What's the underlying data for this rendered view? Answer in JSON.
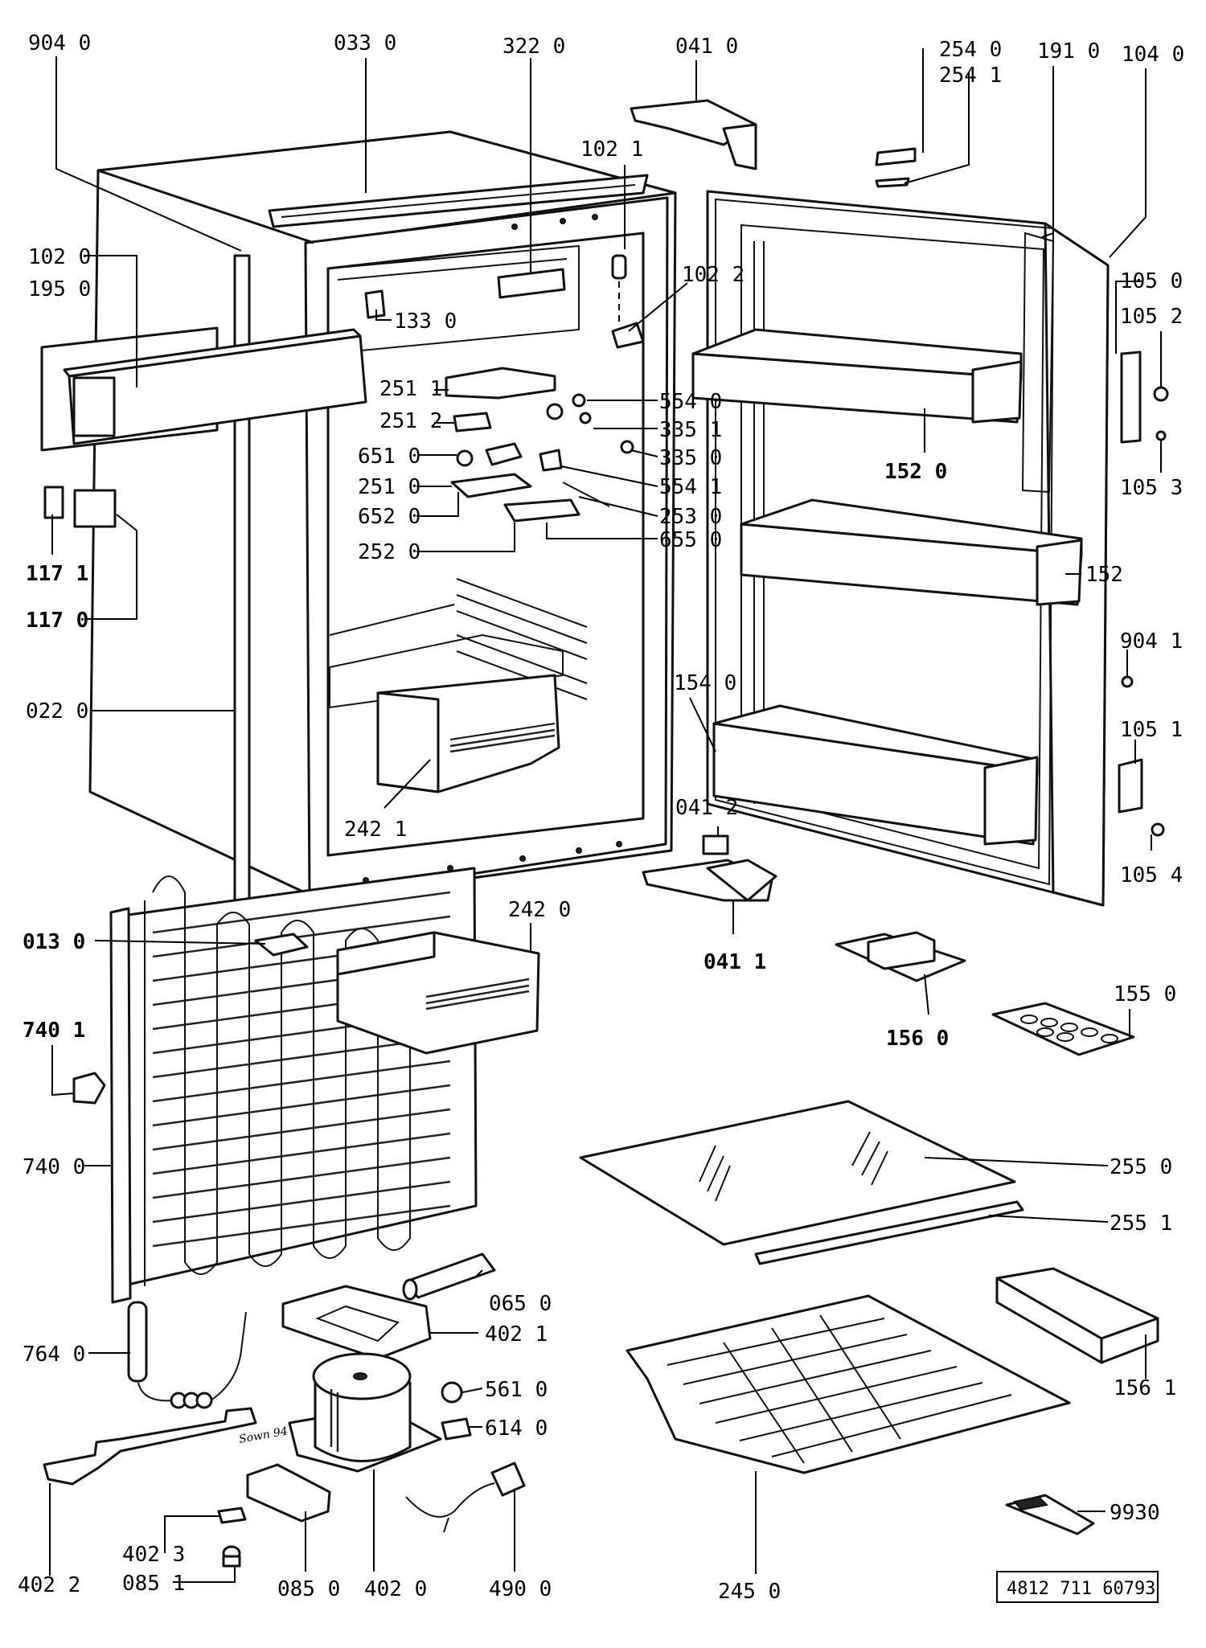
{
  "labels": {
    "l9040": "904 0",
    "l0330": "033 0",
    "l3220": "322 0",
    "l0410": "041 0",
    "l2540": "254 0",
    "l2541": "254 1",
    "l1910": "191 0",
    "l1040": "104 0",
    "l1021": "102 1",
    "l1020": "102 0",
    "l1950": "195 0",
    "l1022": "102 2",
    "l1050": "105 0",
    "l1052": "105 2",
    "l1330": "133 0",
    "l2511": "251 1",
    "l5540": "554 0",
    "l2512": "251 2",
    "l3351": "335 1",
    "l6510": "651 0",
    "l3350": "335 0",
    "l1520": "152 0",
    "l1053": "105 3",
    "l2510": "251 0",
    "l5541": "554 1",
    "l6520": "652 0",
    "l2530": "253 0",
    "l1171": "117 1",
    "l2520": "252 0",
    "l6550": "655 0",
    "l152": "152",
    "l1170": "117 0",
    "l9041": "904 1",
    "l1540": "154 0",
    "l0220": "022 0",
    "l1051": "105 1",
    "l2421": "242 1",
    "l0412": "041 2",
    "l1054": "105 4",
    "l2420": "242 0",
    "l0130": "013 0",
    "l0411": "041 1",
    "l1550": "155 0",
    "l1560": "156 0",
    "l7401": "740 1",
    "l7400": "740 0",
    "l2550": "255 0",
    "l2551": "255 1",
    "l0650": "065 0",
    "l7640": "764 0",
    "l4021": "402 1",
    "l5610": "561 0",
    "l1561": "156 1",
    "l6140": "614 0",
    "l9930": "9930",
    "l4023": "402 3",
    "l4022": "402 2",
    "l0851": "085 1",
    "l0850": "085 0",
    "l4020": "402 0",
    "l4900": "490 0",
    "l2450": "245 0"
  },
  "stamp": "Sown 94",
  "reference_number": "4812 711 60793"
}
